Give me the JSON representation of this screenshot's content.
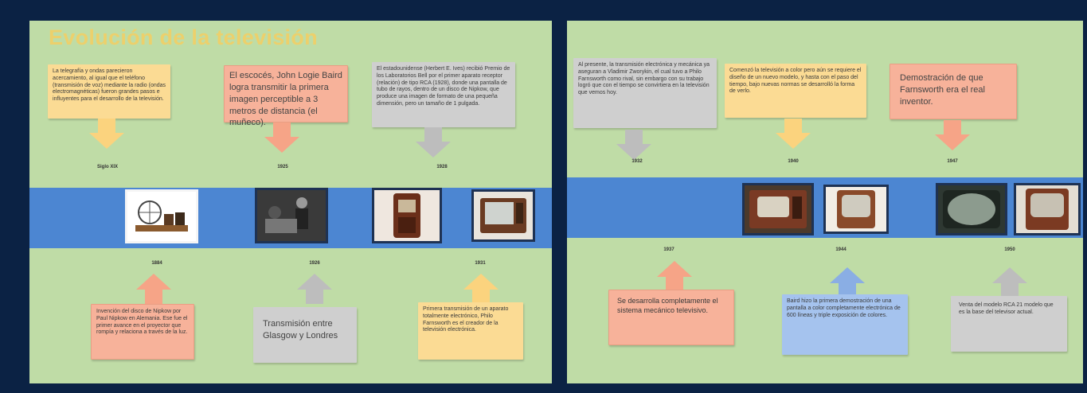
{
  "slide1": {
    "title": "Evolución de la televisión",
    "top_boxes": [
      {
        "text": "La telegrafía y ondas parecieron acercamiento, al igual que el teléfono (transmisión de voz) mediante la radio (ondas electromagnéticas) fueron grandes pasos e influyentes para el desarrollo de la televisión."
      },
      {
        "text": "El escocés, John Logie Baird logra transmitir la primera imagen perceptible a 3 metros de distancia (el muñeco)."
      },
      {
        "text": "El estadounidense (Herbert E. Ives) recibió Premio de los Laboratorios Bell por el primer aparato receptor (relación) de tipo RCA (1928), donde una pantalla de tubo de rayos, dentro de un disco de Nipkow, que produce una imagen de formato de una pequeña dimensión, pero un tamaño de 1 pulgada."
      }
    ],
    "top_years": [
      "Siglo XIX",
      "1925",
      "1928"
    ],
    "bottom_years": [
      "1884",
      "1926",
      "1931"
    ],
    "bottom_boxes": [
      {
        "text": "Invención del disco de Nipkow por Paul Nipkow en Alemania. Ese fue el primer avance en el proyector que rompía y relaciona a través de la luz."
      },
      {
        "text": "Transmisión entre Glasgow y Londres"
      },
      {
        "text": "Primera transmisión de un aparato totalmente electrónico, Philo Farnsworth es el creador de la televisión electrónica."
      }
    ]
  },
  "slide2": {
    "top_boxes": [
      {
        "text": "Al presente, la transmisión electrónica y mecánica ya aseguran a Vladimir Zworykin, el cual tuvo a Philo Farnsworth como rival, sin embargo con su trabajo logró que con el tiempo se convirtiera en la televisión que vemos hoy."
      },
      {
        "text": "Comenzó la televisión a color pero aún se requiere el diseño de un nuevo modelo, y hasta con el paso del tiempo, bajo nuevas normas se desarrolló la forma de verlo."
      },
      {
        "text": "Demostración de que Farnsworth era el real inventor."
      }
    ],
    "top_years": [
      "1932",
      "1940",
      "1947"
    ],
    "bottom_years": [
      "1937",
      "1944",
      "1950"
    ],
    "bottom_boxes": [
      {
        "text": "Se desarrolla completamente el sistema mecánico televisivo."
      },
      {
        "text": "Baird hizo la primera demostración de una pantalla a color completamente electrónica de 600 líneas y triple exposición de colores."
      },
      {
        "text": "Venta del modelo RCA 21 modelo que es la base del televisor actual."
      }
    ]
  }
}
